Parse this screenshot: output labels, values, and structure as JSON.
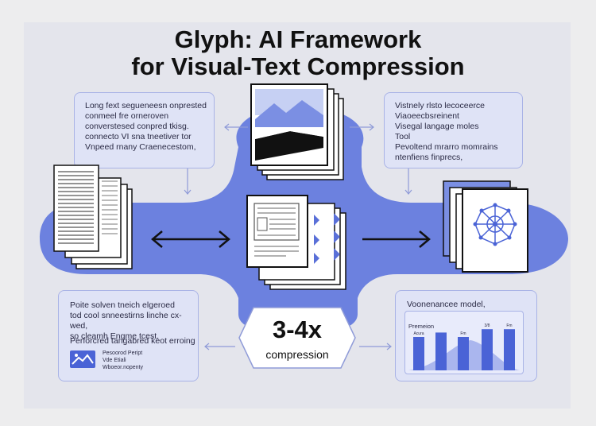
{
  "title": {
    "line1": "Glyph: AI Framework",
    "line2": "for Visual-Text Compression"
  },
  "card_top_left": {
    "lines": [
      "Long fext segueneesn onprested",
      "conmeel fre orneroven",
      "converstesed conpred tkisg.",
      "connecto VI sna tneetiver tor",
      "Vnpeed rnany Craenecestom,"
    ]
  },
  "card_top_right": {
    "lines": [
      "Vistnely rlsto lecoceerce",
      "Viaoeecbsreinent",
      "Visegal langage moles",
      "Tool",
      "Pevoltend mrarro momrains",
      "ntenfiens finprecs,"
    ]
  },
  "card_bottom_left": {
    "lines": [
      "Poite solven tneich elgeroed",
      "tod cool snneestirns linche cx-wed,",
      "so cleamh Engme tcest."
    ],
    "subhead": "Perforcred tangabred keot erroing",
    "legend_lines": [
      "Pesoorod Peript",
      "Vde Etiali",
      "Wboeor.nopenty"
    ]
  },
  "card_bottom_right": {
    "heading": "Voonenancee model,",
    "chart_label": "Premeion",
    "bar_labels": [
      "Acura",
      "",
      "Fm",
      "3/8",
      "Fm"
    ]
  },
  "badge": {
    "big": "3-4x",
    "small": "compression"
  },
  "chart_data": {
    "type": "bar",
    "categories": [
      "Acura",
      "",
      "Fm",
      "3/8",
      "Fm"
    ],
    "values": [
      0.6,
      0.68,
      0.6,
      0.74,
      0.74
    ],
    "title": "Voonenancee model,",
    "xlabel": "",
    "ylabel": "Premeion",
    "ylim": [
      0,
      1
    ]
  },
  "colors": {
    "blob": "#6c81df",
    "card_bg": "#dfe3f6",
    "card_border": "#a9b3e6",
    "accent": "#4a63d6"
  }
}
